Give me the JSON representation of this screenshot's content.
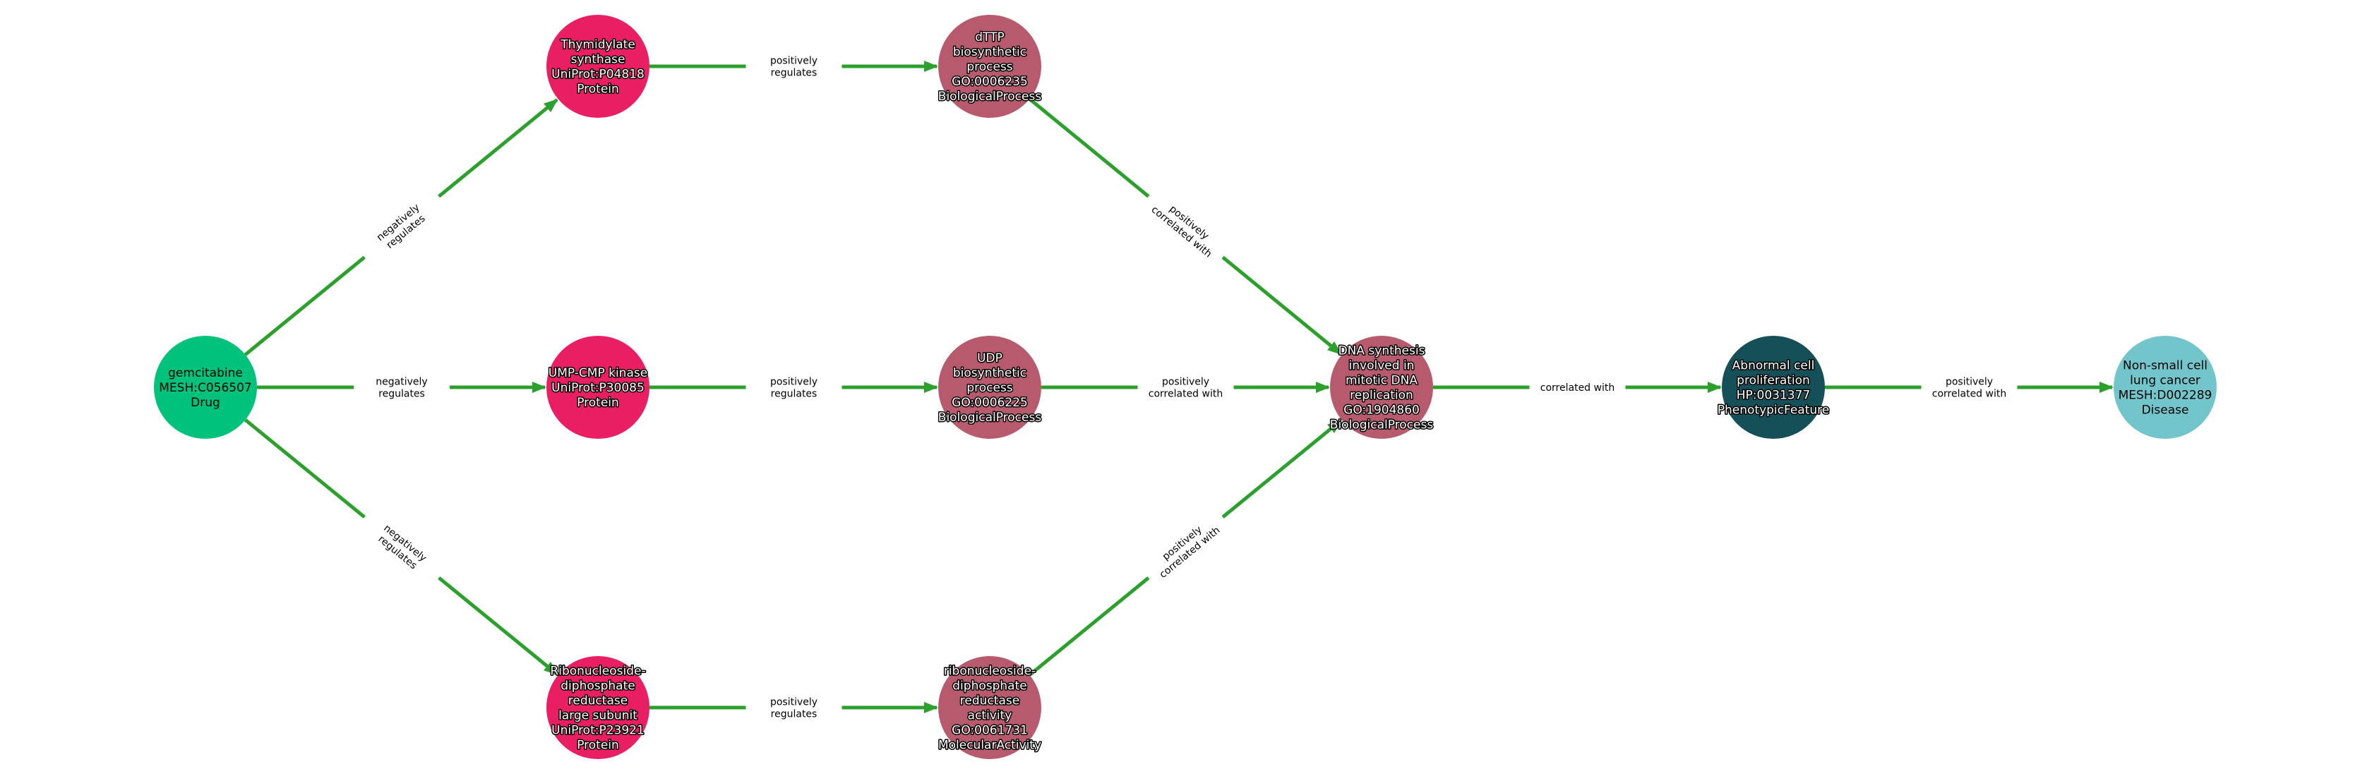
{
  "colors": {
    "edge": "#2ca02c",
    "Drug": "#00c27a",
    "Protein": "#e91e63",
    "BiologicalProcess": "#b85a6e",
    "MolecularActivity": "#b85a6e",
    "PhenotypicFeature": "#154f57",
    "Disease": "#72c6cb"
  },
  "nodes": [
    {
      "id": "gem",
      "type": "Drug",
      "text_style": "plain",
      "lines": [
        "gemcitabine",
        "MESH:C056507",
        "Drug"
      ]
    },
    {
      "id": "tyms",
      "type": "Protein",
      "text_style": "outlined",
      "lines": [
        "Thymidylate",
        "synthase",
        "UniProt:P04818",
        "Protein"
      ]
    },
    {
      "id": "cmpk",
      "type": "Protein",
      "text_style": "outlined",
      "lines": [
        "UMP-CMP kinase",
        "UniProt:P30085",
        "Protein"
      ]
    },
    {
      "id": "rrm1",
      "type": "Protein",
      "text_style": "outlined",
      "lines": [
        "Ribonucleoside-",
        "diphosphate",
        "reductase",
        "large subunit",
        "UniProt:P23921",
        "Protein"
      ]
    },
    {
      "id": "dttp",
      "type": "BiologicalProcess",
      "text_style": "outlined",
      "lines": [
        "dTTP",
        "biosynthetic",
        "process",
        "GO:0006235",
        "BiologicalProcess"
      ]
    },
    {
      "id": "udp",
      "type": "BiologicalProcess",
      "text_style": "outlined",
      "lines": [
        "UDP",
        "biosynthetic",
        "process",
        "GO:0006225",
        "BiologicalProcess"
      ]
    },
    {
      "id": "rnr",
      "type": "MolecularActivity",
      "text_style": "outlined",
      "lines": [
        "ribonucleoside-",
        "diphosphate",
        "reductase",
        "activity",
        "GO:0061731",
        "MolecularActivity"
      ]
    },
    {
      "id": "dna",
      "type": "BiologicalProcess",
      "text_style": "outlined",
      "lines": [
        "DNA synthesis",
        "involved in",
        "mitotic DNA",
        "replication",
        "GO:1904860",
        "BiologicalProcess"
      ]
    },
    {
      "id": "acp",
      "type": "PhenotypicFeature",
      "text_style": "outlined",
      "lines": [
        "Abnormal cell",
        "proliferation",
        "HP:0031377",
        "PhenotypicFeature"
      ]
    },
    {
      "id": "nsclc",
      "type": "Disease",
      "text_style": "plain",
      "lines": [
        "Non-small cell",
        "lung cancer",
        "MESH:D002289",
        "Disease"
      ]
    }
  ],
  "edges": [
    {
      "from": "gem",
      "to": "tyms",
      "lines": [
        "negatively",
        "regulates"
      ]
    },
    {
      "from": "gem",
      "to": "cmpk",
      "lines": [
        "negatively",
        "regulates"
      ]
    },
    {
      "from": "gem",
      "to": "rrm1",
      "lines": [
        "negatively",
        "regulates"
      ]
    },
    {
      "from": "tyms",
      "to": "dttp",
      "lines": [
        "positively",
        "regulates"
      ]
    },
    {
      "from": "cmpk",
      "to": "udp",
      "lines": [
        "positively",
        "regulates"
      ]
    },
    {
      "from": "rrm1",
      "to": "rnr",
      "lines": [
        "positively",
        "regulates"
      ]
    },
    {
      "from": "dttp",
      "to": "dna",
      "lines": [
        "positively",
        "correlated with"
      ]
    },
    {
      "from": "udp",
      "to": "dna",
      "lines": [
        "positively",
        "correlated with"
      ]
    },
    {
      "from": "rnr",
      "to": "dna",
      "lines": [
        "positively",
        "correlated with"
      ]
    },
    {
      "from": "dna",
      "to": "acp",
      "lines": [
        "correlated with"
      ]
    },
    {
      "from": "acp",
      "to": "nsclc",
      "lines": [
        "positively",
        "correlated with"
      ]
    }
  ]
}
